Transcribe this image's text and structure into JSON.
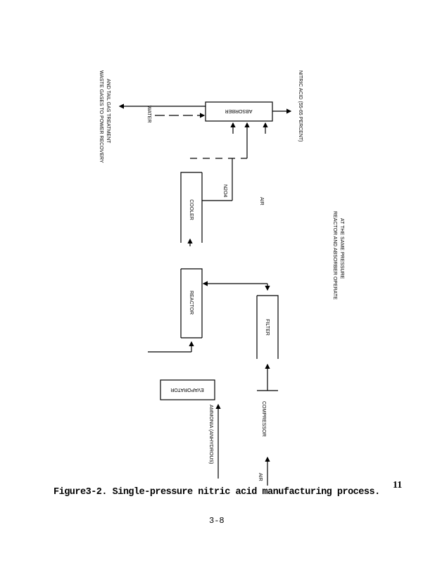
{
  "diagram": {
    "waste_gases": "WASTE GASES TO POWER RECOVERY",
    "waste_gases_2": "AND TAIL GAS TREATMENT",
    "water": "WATER",
    "absorber": "ABSORBER",
    "nitric_acid": "NITRIC ACID (55-65 PERCENT)",
    "cooler": "COOLER",
    "n2o4": "N2O4",
    "air_mid": "AIR",
    "reactor": "REACTOR",
    "filter": "FILTER",
    "evaporator": "EVAPORATOR",
    "compressor": "COMPRESSOR",
    "ammonia": "AMMONIA (ANHYDROUS)",
    "air_bottom": "AIR",
    "note_1": "REACTOR AND ABSORBER OPERATE",
    "note_2": "AT THE SAME PRESSURE"
  },
  "caption": "Figure3-2. Single-pressure nitric acid manufacturing process.",
  "footnote": "11",
  "page_number": "3-8"
}
